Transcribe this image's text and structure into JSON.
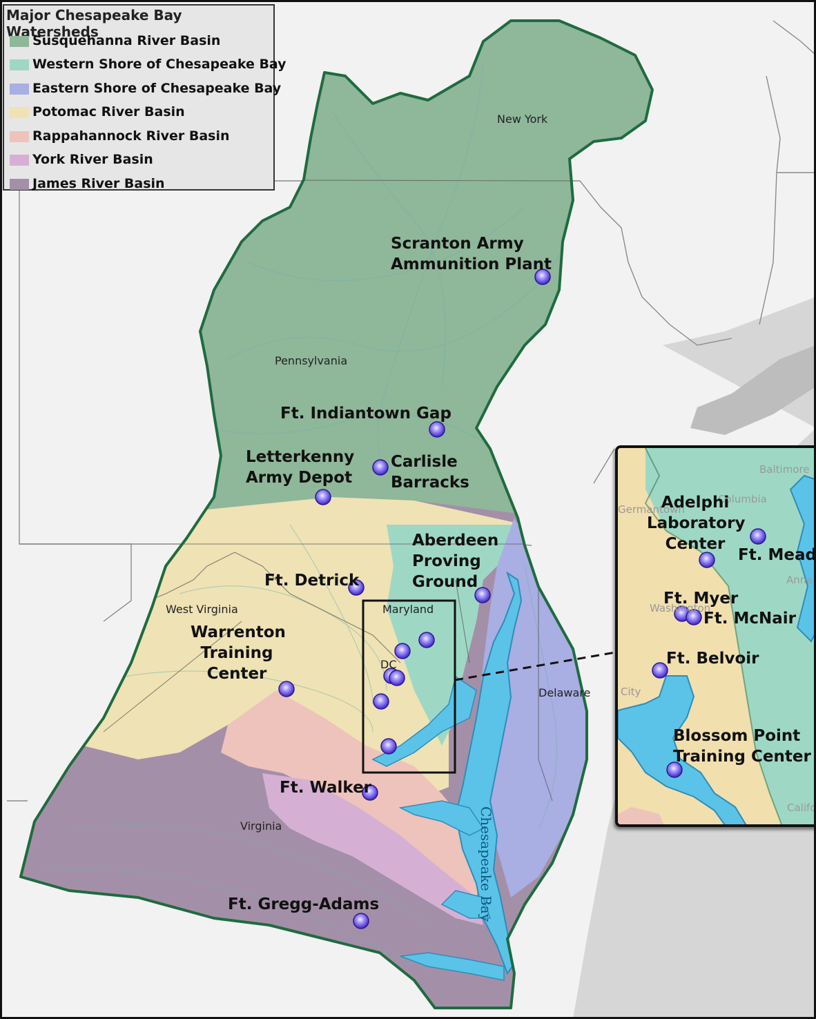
{
  "legend": {
    "title": "Major Chesapeake Bay Watersheds",
    "items": [
      {
        "label": "Susquehanna River Basin",
        "color": "#8fb79a"
      },
      {
        "label": "Western Shore of Chesapeake Bay",
        "color": "#9ed8c5"
      },
      {
        "label": "Eastern Shore of Chesapeake Bay",
        "color": "#a9aee3"
      },
      {
        "label": "Potomac River Basin",
        "color": "#efe2b4"
      },
      {
        "label": "Rappahannock River Basin",
        "color": "#eec3bb"
      },
      {
        "label": "York River Basin",
        "color": "#d6b0d4"
      },
      {
        "label": "James River Basin",
        "color": "#a48fa8"
      }
    ]
  },
  "states": {
    "new_york": "New York",
    "pennsylvania": "Pennsylvania",
    "maryland": "Maryland",
    "west_virginia": "West Virginia",
    "delaware": "Delaware",
    "virginia": "Virginia",
    "dc": "DC"
  },
  "water_label": "Chesapeake Bay",
  "installations": {
    "scranton": [
      "Scranton Army",
      "Ammunition Plant"
    ],
    "indiantown": "Ft. Indiantown Gap",
    "letterkenny": [
      "Letterkenny",
      "Army Depot"
    ],
    "carlisle": [
      "Carlisle",
      "Barracks"
    ],
    "aberdeen": [
      "Aberdeen",
      "Proving",
      "Ground"
    ],
    "detrick": "Ft. Detrick",
    "warrenton": [
      "Warrenton",
      "Training",
      "Center"
    ],
    "walker": "Ft. Walker",
    "gregg_adams": "Ft. Gregg-Adams"
  },
  "inset": {
    "city_baltimore": "Baltimore",
    "city_columbia": "Columbia",
    "city_germantown": "Germantown",
    "city_washington": "Washington",
    "city_annapolis": "Annapolis",
    "city_city": "City",
    "city_california": "California",
    "adelphi": [
      "Adelphi",
      "Laboratory",
      "Center"
    ],
    "meade": "Ft. Meade",
    "myer": "Ft. Myer",
    "mcnair": "Ft. McNair",
    "belvoir": "Ft. Belvoir",
    "blossom": [
      "Blossom Point",
      "Training Center"
    ]
  },
  "colors": {
    "basin_outline": "#1f6b3f",
    "state_line": "#6f6f6f",
    "water": "#5cc3e8",
    "marker": "#5b3ee0"
  }
}
